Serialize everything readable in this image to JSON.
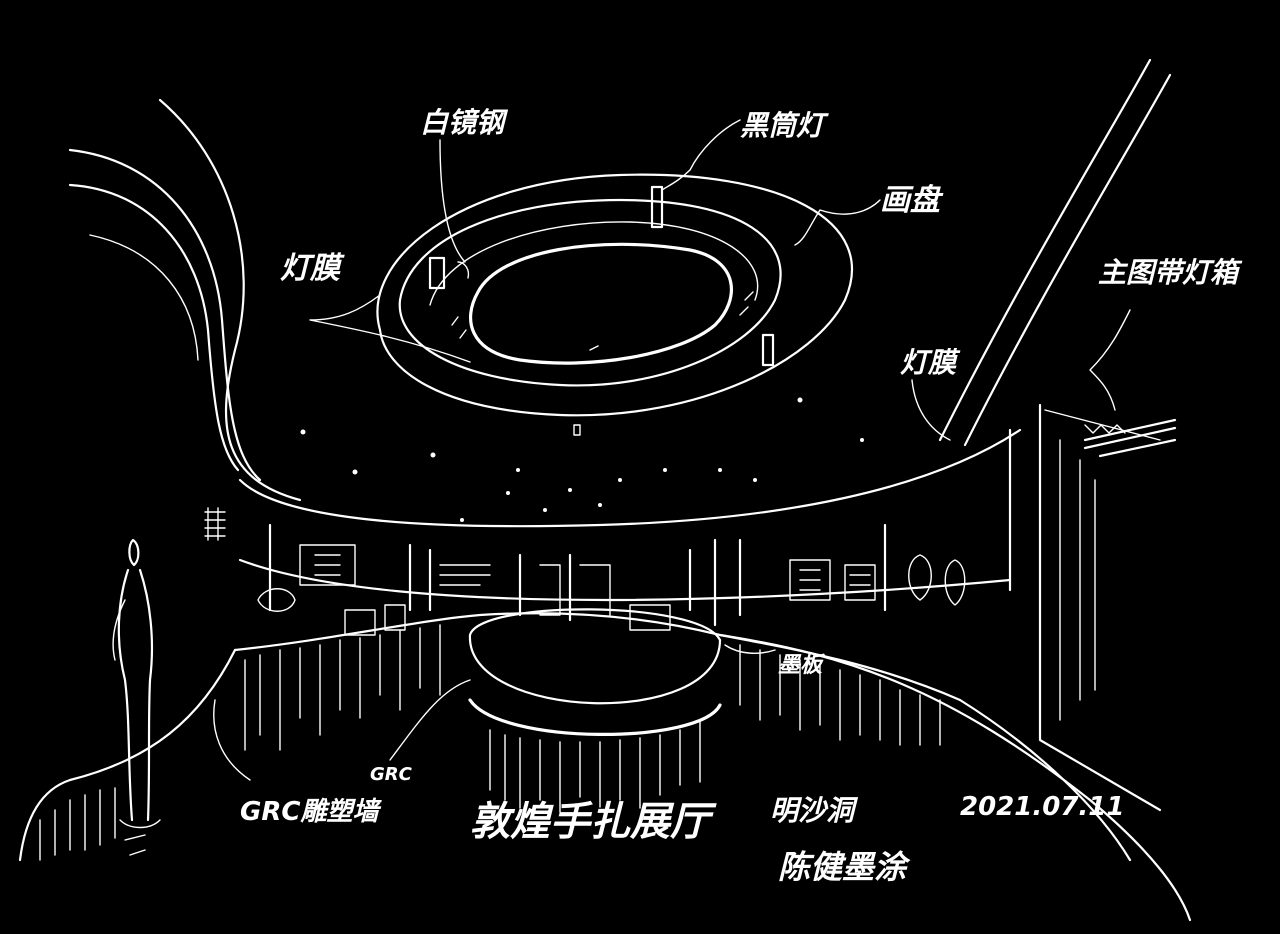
{
  "colors": {
    "background": "#000000",
    "ink": "#ffffff"
  },
  "labels": {
    "mirror": "白镜钢",
    "spot_lamp": "黑筒灯",
    "soft_film_left": "灯膜",
    "ceiling": "画盘",
    "soft_film_right": "灯膜",
    "light_box": "主图带灯箱",
    "base": "墨板",
    "grc_upper": "GRC",
    "grc_wall": "GRC雕塑墙",
    "title": "敦煌手扎展厅",
    "location": "明沙洞",
    "date": "2021.07.11",
    "signature": "陈健墨涂"
  }
}
